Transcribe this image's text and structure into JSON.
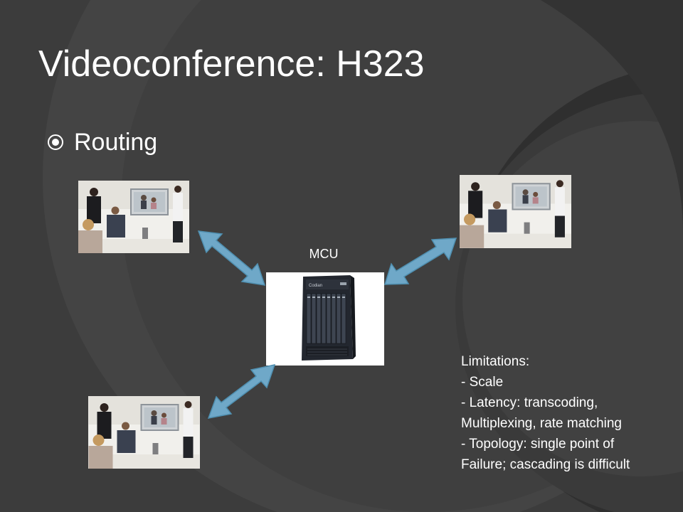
{
  "slide": {
    "title": "Videoconference: H323",
    "bullet": {
      "icon": "circle-dot-bullet-icon",
      "text": "Routing"
    },
    "mcu_label": "MCU",
    "mcu_brand": "Codian",
    "notes": [
      "Limitations:",
      "- Scale",
      "- Latency: transcoding,",
      "Multiplexing,  rate matching",
      "- Topology: single point of",
      "Failure; cascading is difficult"
    ],
    "photos": [
      {
        "name": "conference-room-photo-left",
        "icon": "video-conference-room-image"
      },
      {
        "name": "conference-room-photo-right",
        "icon": "video-conference-room-image"
      },
      {
        "name": "conference-room-photo-bottom",
        "icon": "video-conference-room-image"
      }
    ],
    "colors": {
      "background": "#3d3d3d",
      "arrow_fill": "#6fa8c8",
      "arrow_stroke": "#4f8fb0",
      "text": "#ffffff"
    }
  }
}
